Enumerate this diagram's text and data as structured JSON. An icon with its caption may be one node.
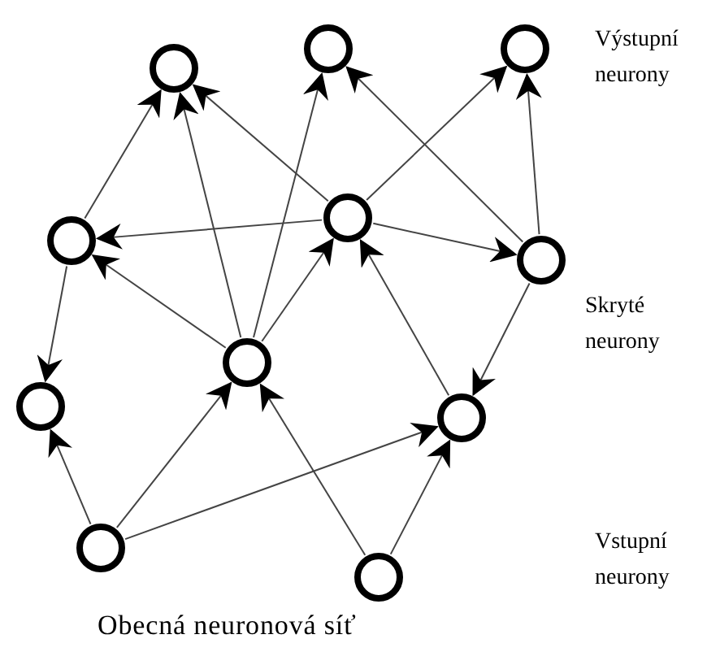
{
  "diagram": {
    "caption": "Obecná neuronová síť",
    "nodes": [
      {
        "text": [],
        "shape": "circle"
      },
      {
        "text": [],
        "shape": "circle"
      },
      {
        "text": [],
        "shape": "circle"
      },
      {
        "text": [],
        "shape": "circle"
      },
      {
        "text": [],
        "shape": "circle"
      },
      {
        "text": [],
        "shape": "circle"
      },
      {
        "text": [],
        "shape": "circle"
      },
      {
        "text": [],
        "shape": "circle"
      },
      {
        "text": [],
        "shape": "circle"
      },
      {
        "text": [],
        "shape": "circle"
      },
      {
        "text": [],
        "shape": "circle"
      }
    ],
    "edges": [
      {
        "from": 3,
        "to": 0,
        "arrow": "to"
      },
      {
        "from": 7,
        "to": 0,
        "arrow": "to"
      },
      {
        "from": 4,
        "to": 0,
        "arrow": "to"
      },
      {
        "from": 7,
        "to": 1,
        "arrow": "to"
      },
      {
        "from": 5,
        "to": 1,
        "arrow": "to"
      },
      {
        "from": 4,
        "to": 2,
        "arrow": "to"
      },
      {
        "from": 5,
        "to": 2,
        "arrow": "to"
      },
      {
        "from": 4,
        "to": 3,
        "arrow": "to"
      },
      {
        "from": 7,
        "to": 3,
        "arrow": "to"
      },
      {
        "from": 4,
        "to": 5,
        "arrow": "to"
      },
      {
        "from": 7,
        "to": 4,
        "arrow": "to"
      },
      {
        "from": 8,
        "to": 4,
        "arrow": "to"
      },
      {
        "from": 5,
        "to": 8,
        "arrow": "to"
      },
      {
        "from": 3,
        "to": 6,
        "arrow": "to"
      },
      {
        "from": 9,
        "to": 6,
        "arrow": "to"
      },
      {
        "from": 9,
        "to": 7,
        "arrow": "to"
      },
      {
        "from": 9,
        "to": 8,
        "arrow": "to"
      },
      {
        "from": 10,
        "to": 7,
        "arrow": "to"
      },
      {
        "from": 10,
        "to": 8,
        "arrow": "to"
      }
    ],
    "labels": [
      "Výstupní neurony",
      "Skryté neurony",
      "Vstupní neurony"
    ]
  }
}
